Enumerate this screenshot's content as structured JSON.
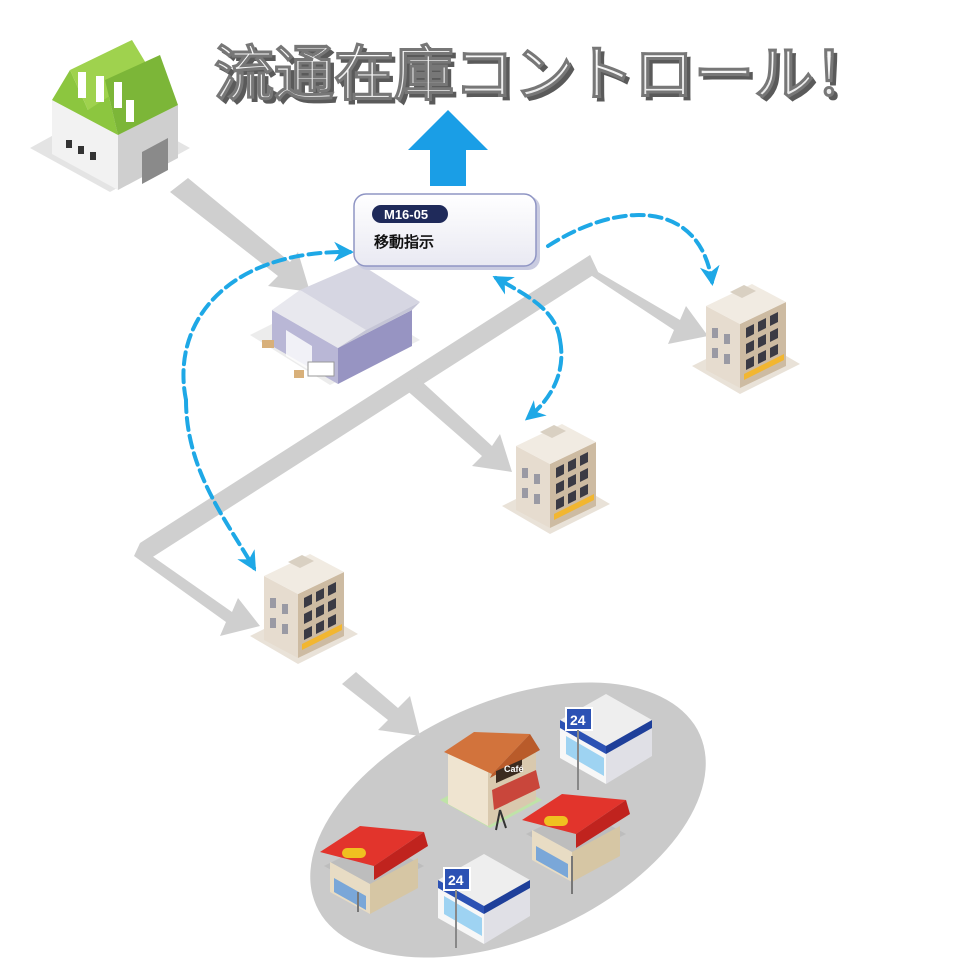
{
  "title": "流通在庫コントロール！",
  "instruction_box": {
    "code": "M16-05",
    "label": "移動指示"
  },
  "store_signs": {
    "cafe": "Café",
    "conv24": "24"
  },
  "colors": {
    "arrow_blue": "#1a9ee6",
    "dashed_blue": "#1ea8e6",
    "flow_gray": "#cfcfcf",
    "roof_green": "#8cc63f",
    "badge_navy": "#1f2a5a",
    "store_area": "#c9c9c9"
  },
  "icons": [
    "factory-icon",
    "warehouse-icon",
    "office-building-icon",
    "cafe-shop-icon",
    "convenience-store-icon",
    "restaurant-icon"
  ]
}
